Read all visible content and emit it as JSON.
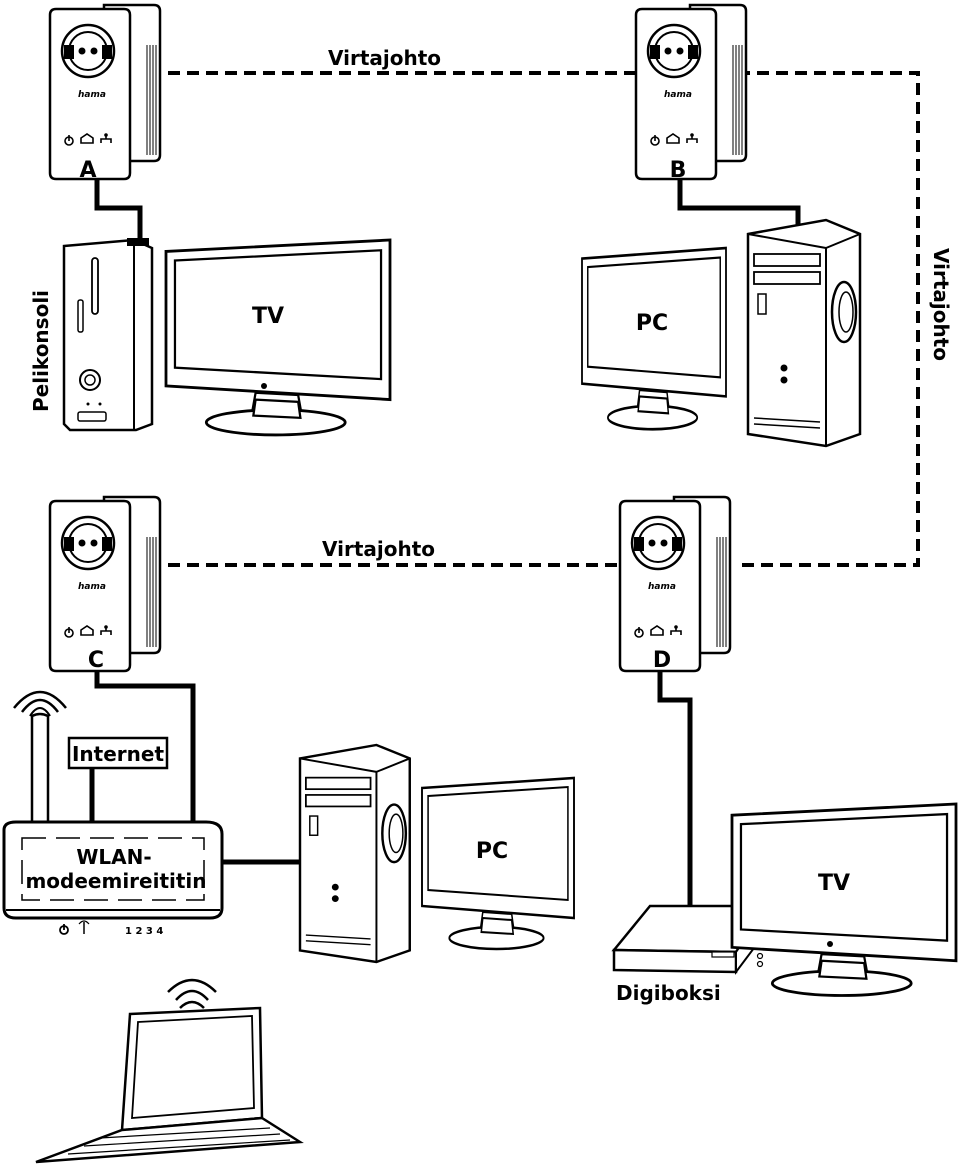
{
  "labels": {
    "powerline_top": "Virtajohto",
    "powerline_right": "Virtajohto",
    "powerline_middle": "Virtajohto",
    "game_console": "Pelikonsoli",
    "tv_top": "TV",
    "pc_top": "PC",
    "internet": "Internet",
    "router_line1": "WLAN-",
    "router_line2": "modeemireititin",
    "pc_bottom": "PC",
    "tv_bottom": "TV",
    "settop_box": "Digiboksi"
  },
  "adapters": [
    {
      "letter": "A",
      "brand": "hama"
    },
    {
      "letter": "B",
      "brand": "hama"
    },
    {
      "letter": "C",
      "brand": "hama"
    },
    {
      "letter": "D",
      "brand": "hama"
    }
  ],
  "router_ports": "1  2  3  4",
  "icons": {
    "power": "power-icon",
    "house": "home-icon",
    "network": "network-icon",
    "wifi": "wifi-icon"
  },
  "colors": {
    "line": "#000000",
    "background": "#ffffff"
  }
}
